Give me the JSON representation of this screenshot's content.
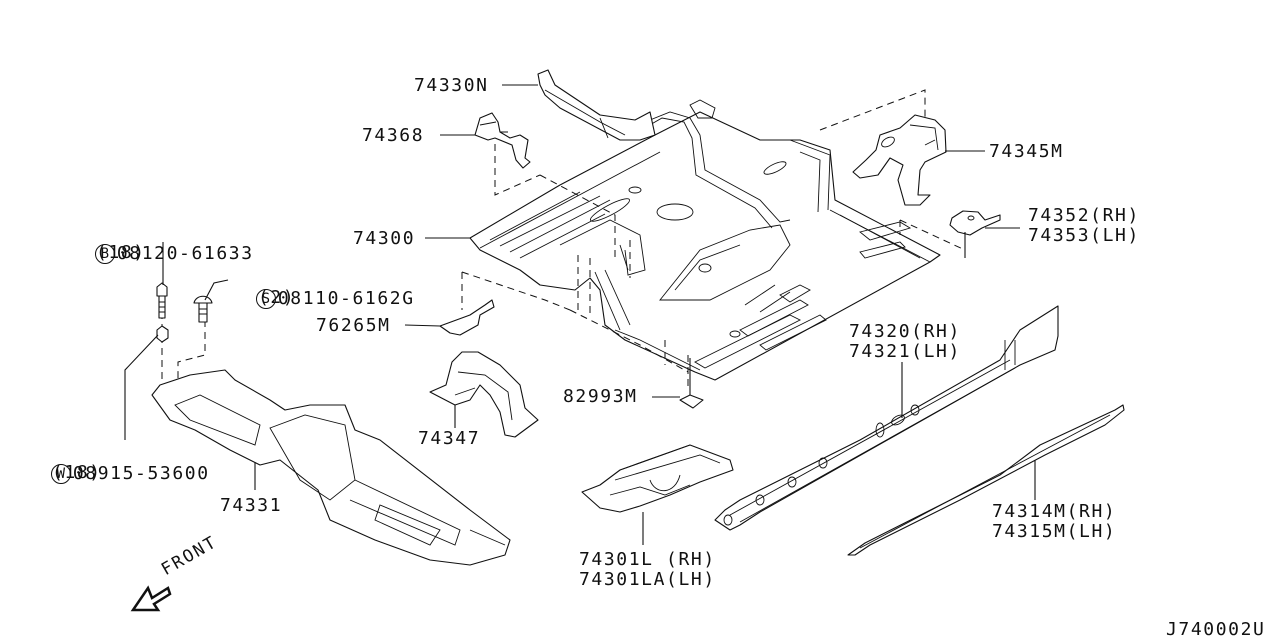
{
  "diagram": {
    "title_code": "J740002U",
    "direction_label": "FRONT",
    "parts": [
      {
        "id": "p74330N",
        "lines": [
          "74330N"
        ]
      },
      {
        "id": "p74368",
        "lines": [
          "74368"
        ]
      },
      {
        "id": "p74345M",
        "lines": [
          "74345M"
        ]
      },
      {
        "id": "p74300",
        "lines": [
          "74300"
        ]
      },
      {
        "id": "p74352",
        "lines": [
          "74352(RH)",
          "74353(LH)"
        ]
      },
      {
        "id": "p76265M",
        "lines": [
          "76265M"
        ]
      },
      {
        "id": "p82993M",
        "lines": [
          "82993M"
        ]
      },
      {
        "id": "p74347",
        "lines": [
          "74347"
        ]
      },
      {
        "id": "p74320",
        "lines": [
          "74320(RH)",
          "74321(LH)"
        ]
      },
      {
        "id": "p74331",
        "lines": [
          "74331"
        ]
      },
      {
        "id": "p74301L",
        "lines": [
          "74301L (RH)",
          "74301LA(LH)"
        ]
      },
      {
        "id": "p74314M",
        "lines": [
          "74314M(RH)",
          "74315M(LH)"
        ]
      }
    ],
    "fasteners": [
      {
        "symbol": "B",
        "number": "08120-61633",
        "qty": "(18)"
      },
      {
        "symbol": "S",
        "number": "08110-6162G",
        "qty": "(2)"
      },
      {
        "symbol": "W",
        "number": "08915-53600",
        "qty": "(18)"
      }
    ]
  }
}
